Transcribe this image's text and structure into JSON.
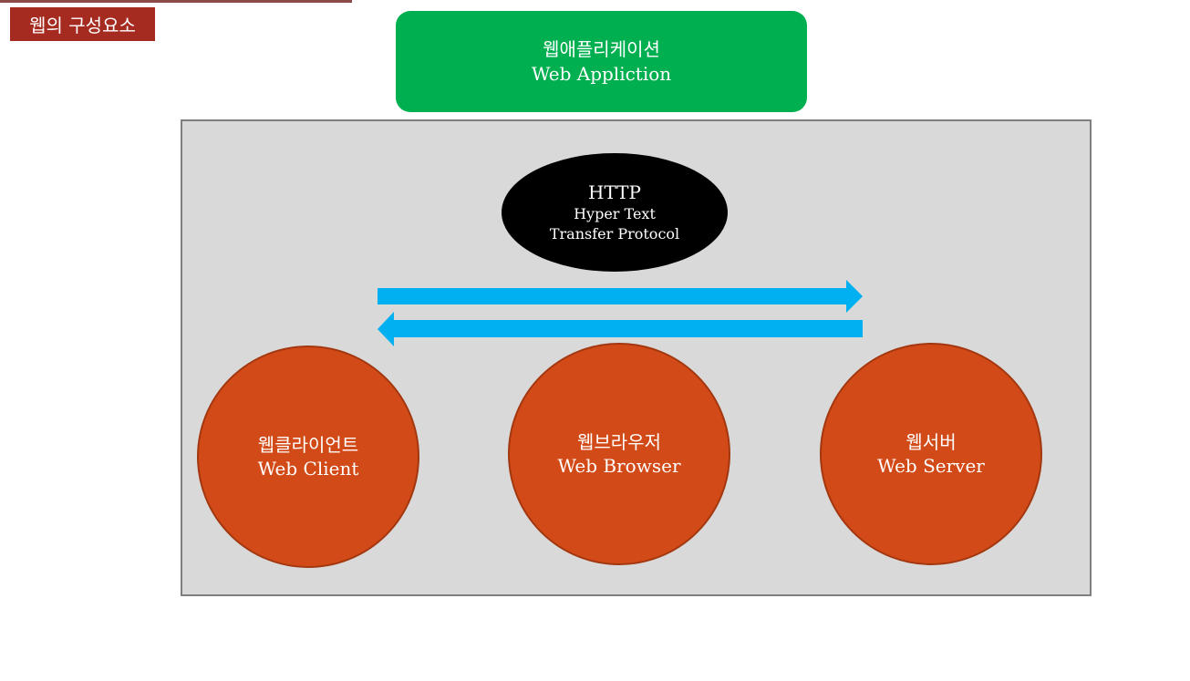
{
  "header": {
    "title": "웹의 구성요소"
  },
  "app": {
    "label_ko": "웹애플리케이션",
    "label_en": "Web Appliction"
  },
  "protocol": {
    "name": "HTTP",
    "line1": "Hyper Text",
    "line2": "Transfer Protocol"
  },
  "nodes": [
    {
      "label_ko": "웹클라이언트",
      "label_en": "Web Client"
    },
    {
      "label_ko": "웹브라우저",
      "label_en": "Web Browser"
    },
    {
      "label_ko": "웹서버",
      "label_en": "Web Server"
    }
  ],
  "colors": {
    "title_bg": "#a52a1f",
    "app_bg": "#00b050",
    "panel_bg": "#d9d9d9",
    "protocol_bg": "#000000",
    "arrow": "#00b0f0",
    "node_bg": "#d24a17"
  }
}
